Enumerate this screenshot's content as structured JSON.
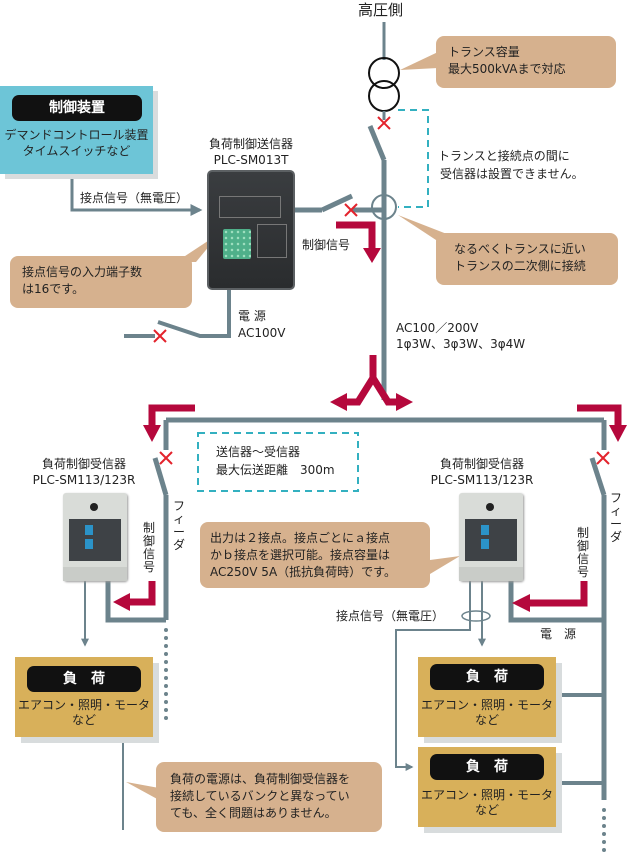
{
  "colors": {
    "wire": "#6c838c",
    "signal_arrow": "#b5083c",
    "cross_mark": "#e3232c",
    "dashed_box": "#33b0c0",
    "callout_bg": "#d6b18e",
    "control_box_bg": "#6dc5d7",
    "load_box_bg": "#d8b05a",
    "pill_bg": "#111111"
  },
  "high_voltage_label": "高圧側",
  "transformer": {
    "icon": "transformer-icon",
    "callout": [
      "トランス容量",
      "最大500kVAまで対応"
    ]
  },
  "control_device": {
    "title": "制御装置",
    "lines": [
      "デマンドコントロール装置",
      "タイムスイッチなど"
    ]
  },
  "contact_signal_label": "接点信号（無電圧）",
  "transmitter": {
    "name": "負荷制御送信器",
    "model": "PLC-SM013T",
    "input_callout": [
      "接点信号の入力端子数",
      "は16です。"
    ],
    "power_label": [
      "電 源",
      "AC100V"
    ],
    "control_signal_label": "制御信号"
  },
  "no_receiver_note": [
    "トランスと接続点の間に",
    "受信器は設置できません。"
  ],
  "connection_callout": [
    "なるべくトランスに近い",
    "トランスの二次側に接続"
  ],
  "supply_spec": [
    "AC100／200V",
    "1φ3W、3φ3W、3φ4W"
  ],
  "distance_box": [
    "送信器〜受信器",
    "最大伝送距離　300m"
  ],
  "receiver_left": {
    "name": "負荷制御受信器",
    "model": "PLC-SM113/123R",
    "feeder_label": "フィーダ",
    "control_signal_label": "制御信号"
  },
  "receiver_right": {
    "name": "負荷制御受信器",
    "model": "PLC-SM113/123R",
    "feeder_label": "フィーダ",
    "control_signal_label": "制御信号",
    "power_label": "電　源",
    "contact_signal_label": "接点信号（無電圧）"
  },
  "output_callout": [
    "出力は２接点。接点ごとにａ接点",
    "かｂ接点を選択可能。接点容量は",
    "AC250V 5A（抵抗負荷時）です。"
  ],
  "loads": [
    {
      "title": "負　荷",
      "lines": [
        "エアコン・照明・モータ",
        "など"
      ]
    },
    {
      "title": "負　荷",
      "lines": [
        "エアコン・照明・モータ",
        "など"
      ]
    },
    {
      "title": "負　荷",
      "lines": [
        "エアコン・照明・モータ",
        "など"
      ]
    }
  ],
  "load_power_callout": [
    "負荷の電源は、負荷制御受信器を",
    "接続しているバンクと異なってい",
    "ても、全く問題はありません。"
  ]
}
